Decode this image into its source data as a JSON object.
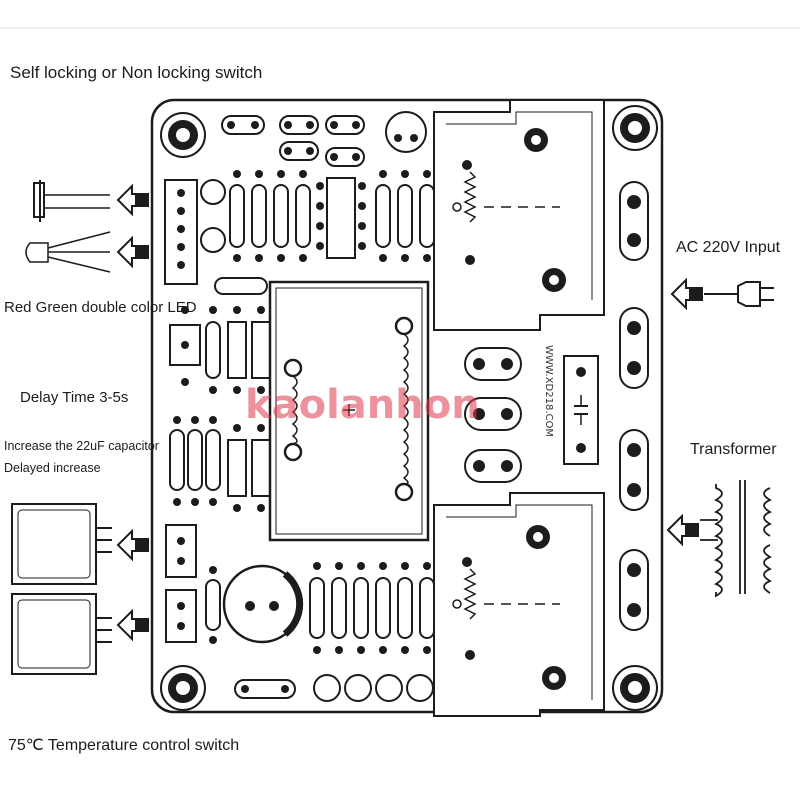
{
  "labels": {
    "switch": "Self locking or Non locking switch",
    "led": "Red Green double color LED",
    "delay": "Delay Time 3-5s",
    "increase": "Increase the 22uF capacitor",
    "delayed": "Delayed increase",
    "temp": "75℃ Temperature control switch",
    "ac": "AC 220V Input",
    "transformer": "Transformer"
  },
  "board": {
    "site": "WWW.XD218.COM"
  },
  "watermark": "kaolanhon",
  "colors": {
    "line": "#1c1c1c",
    "watermark": "#e03a4e"
  }
}
